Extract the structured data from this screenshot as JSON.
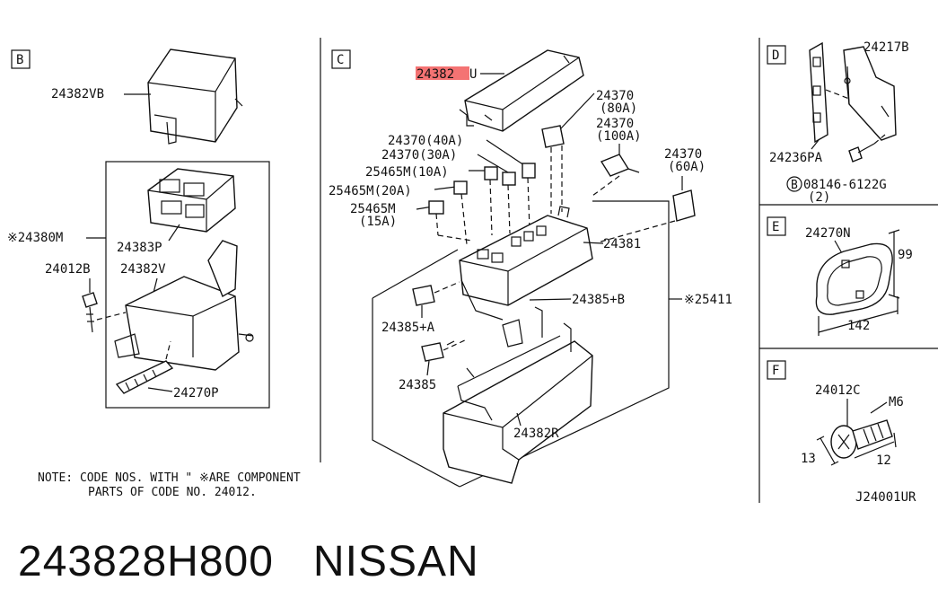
{
  "sections": {
    "B": {
      "letter": "B",
      "parts": [
        "24382VB",
        "※24380M",
        "24383P",
        "24012B",
        "24382V",
        "24270P"
      ]
    },
    "C": {
      "letter": "C",
      "highlighted_part": "24382",
      "highlighted_suffix": "U",
      "parts": {
        "p24370_40A": "24370(40A)",
        "p24370_30A": "24370(30A)",
        "p25465M_10A": "25465M(10A)",
        "p25465M_20A": "25465M(20A)",
        "p25465M_15A_a": "25465M",
        "p25465M_15A_b": "(15A)",
        "p24370_80A_a": "24370",
        "p24370_80A_b": "(80A)",
        "p24370_100A_a": "24370",
        "p24370_100A_b": "(100A)",
        "p24370_60A_a": "24370",
        "p24370_60A_b": "(60A)",
        "p24381": "24381",
        "p24385B": "24385+B",
        "p25411": "※25411",
        "p24385A": "24385+A",
        "p24385": "24385",
        "p24382R": "24382R"
      }
    },
    "D": {
      "letter": "D",
      "parts": {
        "bracket": "24217B",
        "clip": "24236PA",
        "bolt_circle": "B",
        "bolt": "08146-6122G",
        "qty": "(2)"
      }
    },
    "E": {
      "letter": "E",
      "part": "24270N",
      "dim_h": "99",
      "dim_w": "142"
    },
    "F": {
      "letter": "F",
      "part": "24012C",
      "thread": "M6",
      "dim_a": "13",
      "dim_b": "12"
    }
  },
  "note": {
    "line1": "NOTE: CODE NOS. WITH \"  ※ARE COMPONENT",
    "line2": "PARTS OF CODE NO. 24012."
  },
  "diagram_code": "J24001UR",
  "caption": {
    "part_number": "243828H800",
    "brand": "NISSAN"
  }
}
